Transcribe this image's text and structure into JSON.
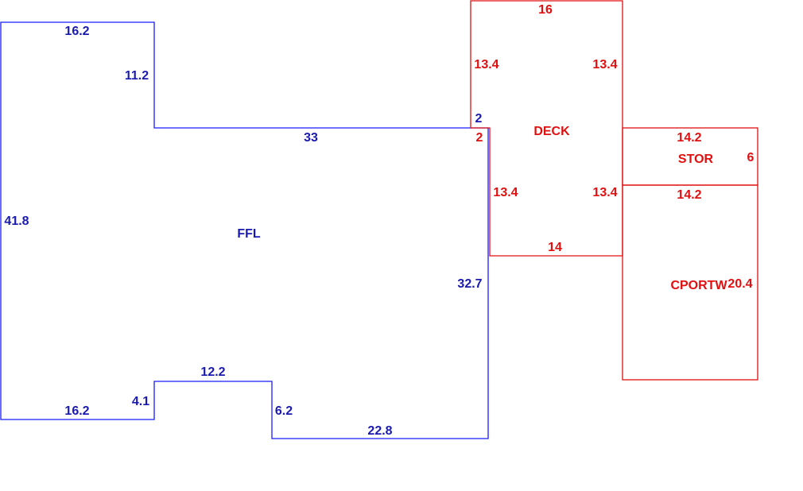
{
  "colors": {
    "main_area": "#1a1aff",
    "addition": "#e01010"
  },
  "areas": {
    "ffl": {
      "name": "FFL",
      "dims": {
        "top_left": "16.2",
        "notch_right": "11.2",
        "top": "33",
        "step_blue": "2",
        "left": "41.8",
        "right": "32.7",
        "bottom_notch_top": "12.2",
        "bottom_left": "16.2",
        "notch_left": "4.1",
        "notch_right_side": "6.2",
        "bottom_right": "22.8"
      }
    },
    "deck": {
      "name": "DECK",
      "dims": {
        "top": "16",
        "upper_left": "13.4",
        "upper_right": "13.4",
        "step_red": "2",
        "lower_left": "13.4",
        "lower_right": "13.4",
        "bottom": "14"
      }
    },
    "stor": {
      "name": "STOR",
      "dims": {
        "top": "14.2",
        "right": "6",
        "bottom": "14.2"
      }
    },
    "cportw": {
      "name": "CPORTW",
      "dims": {
        "right": "20.4"
      }
    }
  }
}
